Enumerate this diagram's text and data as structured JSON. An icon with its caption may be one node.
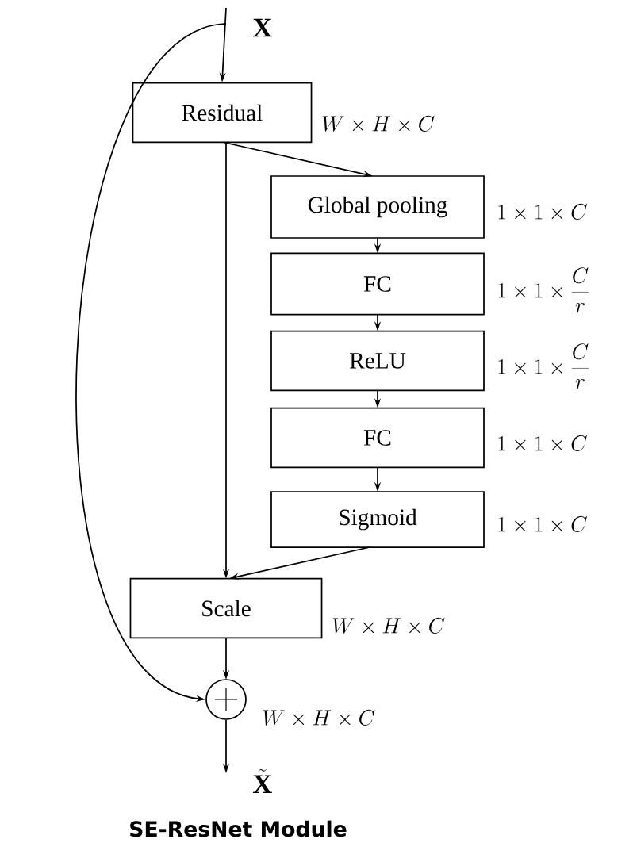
{
  "diagram": {
    "caption": "SE-ResNet Module",
    "nodes": [
      {
        "text": [
          "Residual"
        ],
        "beside": [
          "W\\times H\\times C"
        ]
      },
      {
        "text": [
          "Global pooling"
        ],
        "beside": [
          "1\\times 1\\times C"
        ]
      },
      {
        "text": [
          "FC"
        ],
        "beside": [
          "1\\times 1\\times \\frac{C}{r}"
        ]
      },
      {
        "text": [
          "ReLU"
        ],
        "beside": [
          "1\\times 1\\times \\frac{C}{r}"
        ]
      },
      {
        "text": [
          "FC"
        ],
        "beside": [
          "1\\times 1\\times C"
        ]
      },
      {
        "text": [
          "Sigmoid"
        ],
        "beside": [
          "1\\times 1\\times C"
        ]
      },
      {
        "text": [
          "Scale"
        ],
        "beside": [
          "W\\times H\\times C"
        ]
      },
      {
        "text": [],
        "shape": "circle",
        "beside": [
          "W\\times H\\times C"
        ]
      }
    ],
    "edges": [
      {
        "from": null,
        "to": 0,
        "arrow": "to"
      },
      {
        "from": null,
        "to": 7,
        "arrow": "to"
      },
      {
        "from": 0,
        "to": 1,
        "arrow": "to"
      },
      {
        "from": 1,
        "to": 2,
        "arrow": "to"
      },
      {
        "from": 2,
        "to": 3,
        "arrow": "to"
      },
      {
        "from": 3,
        "to": 4,
        "arrow": "to"
      },
      {
        "from": 4,
        "to": 5,
        "arrow": "to"
      },
      {
        "from": 0,
        "to": 6,
        "arrow": "to"
      },
      {
        "from": 5,
        "to": 6,
        "arrow": "to"
      },
      {
        "from": 6,
        "to": 7,
        "arrow": "to"
      },
      {
        "from": 7,
        "to": null,
        "arrow": "to"
      }
    ],
    "labels": [
      "\\mathbf{X}",
      "\\tilde{\\mathbf{X}}"
    ]
  }
}
